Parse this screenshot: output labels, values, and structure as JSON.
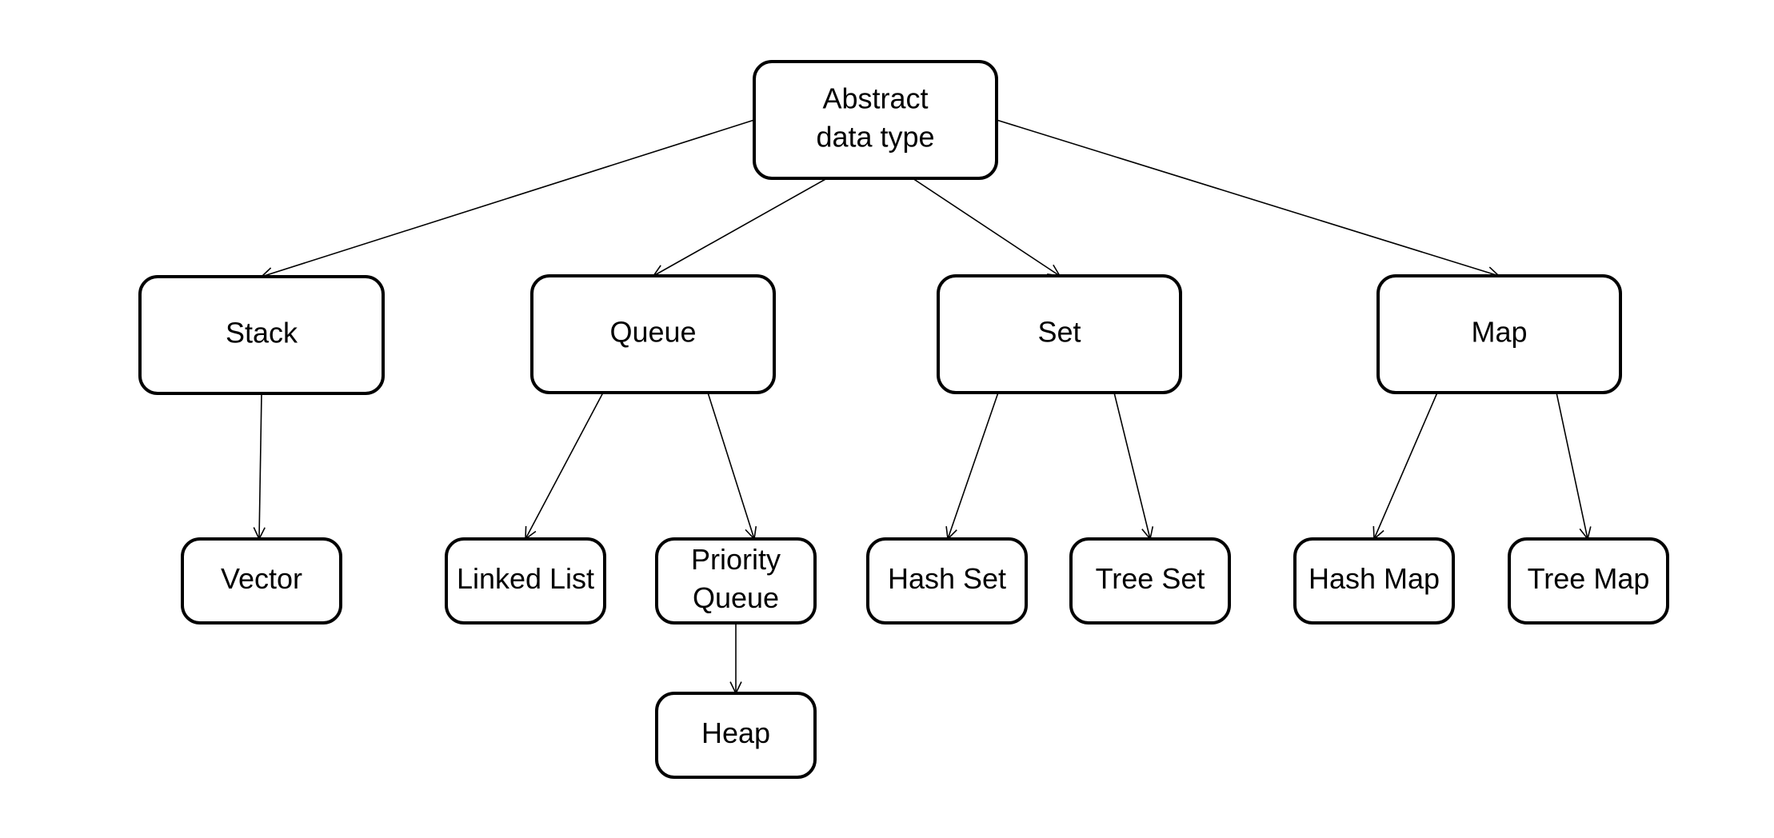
{
  "diagram": {
    "nodes": [
      {
        "id": "abstract-data-type",
        "lines": [
          "Abstract",
          "data type"
        ]
      },
      {
        "id": "stack",
        "lines": [
          "Stack"
        ]
      },
      {
        "id": "queue",
        "lines": [
          "Queue"
        ]
      },
      {
        "id": "set",
        "lines": [
          "Set"
        ]
      },
      {
        "id": "map",
        "lines": [
          "Map"
        ]
      },
      {
        "id": "vector",
        "lines": [
          "Vector"
        ]
      },
      {
        "id": "linked-list",
        "lines": [
          "Linked List"
        ]
      },
      {
        "id": "priority-queue",
        "lines": [
          "Priority",
          "Queue"
        ]
      },
      {
        "id": "hash-set",
        "lines": [
          "Hash Set"
        ]
      },
      {
        "id": "tree-set",
        "lines": [
          "Tree Set"
        ]
      },
      {
        "id": "hash-map",
        "lines": [
          "Hash Map"
        ]
      },
      {
        "id": "tree-map",
        "lines": [
          "Tree Map"
        ]
      },
      {
        "id": "heap",
        "lines": [
          "Heap"
        ]
      }
    ],
    "edges": [
      {
        "from": "abstract-data-type",
        "to": "stack"
      },
      {
        "from": "abstract-data-type",
        "to": "queue"
      },
      {
        "from": "abstract-data-type",
        "to": "set"
      },
      {
        "from": "abstract-data-type",
        "to": "map"
      },
      {
        "from": "stack",
        "to": "vector"
      },
      {
        "from": "queue",
        "to": "linked-list"
      },
      {
        "from": "queue",
        "to": "priority-queue"
      },
      {
        "from": "set",
        "to": "hash-set"
      },
      {
        "from": "set",
        "to": "tree-set"
      },
      {
        "from": "map",
        "to": "hash-map"
      },
      {
        "from": "map",
        "to": "tree-map"
      },
      {
        "from": "priority-queue",
        "to": "heap"
      }
    ]
  }
}
